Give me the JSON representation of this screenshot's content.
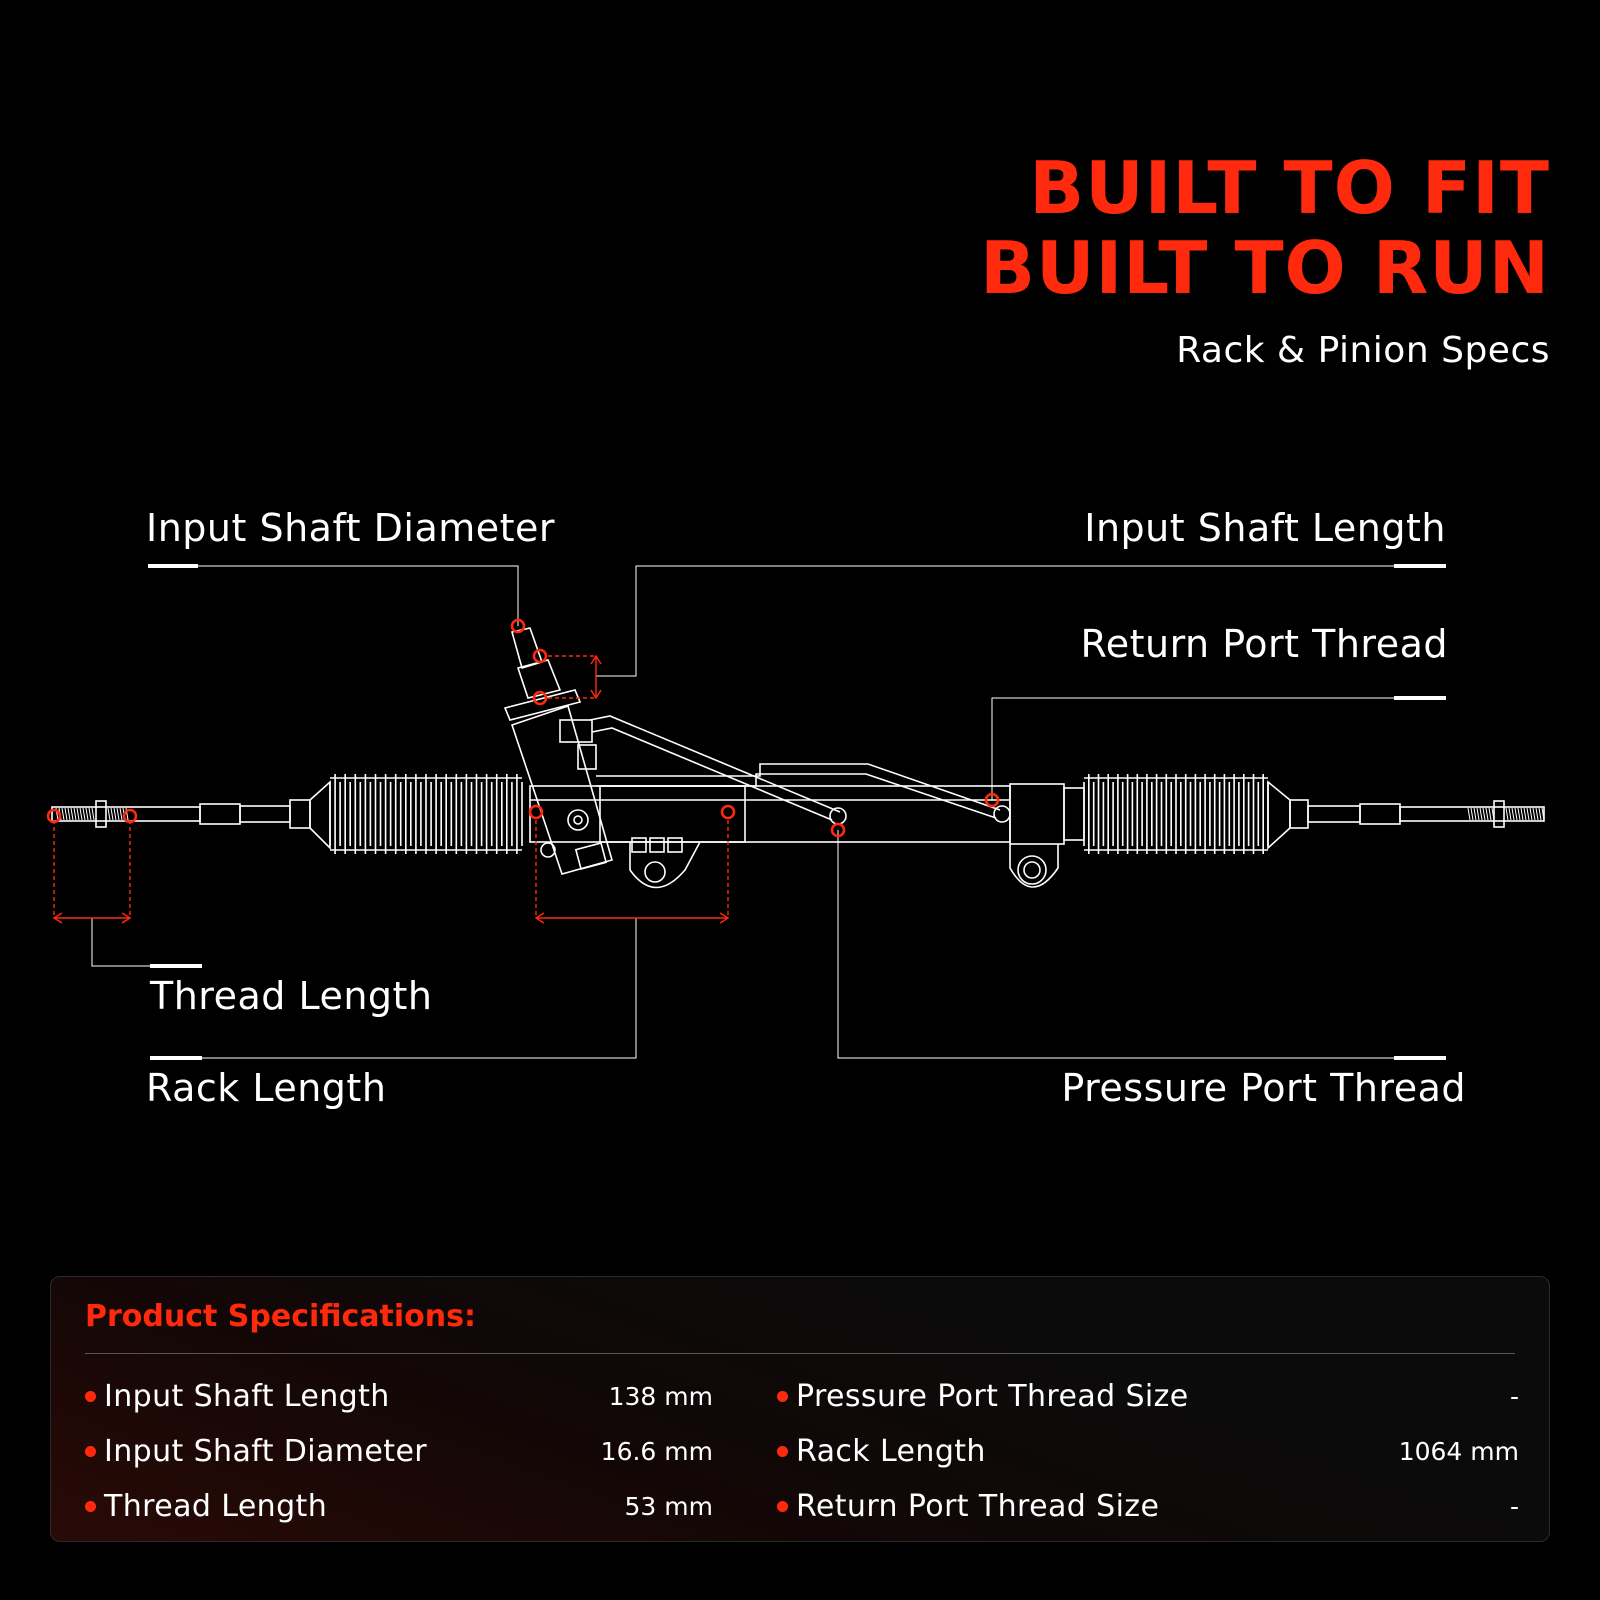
{
  "headline": {
    "line1": "BUILT TO FIT",
    "line2": "BUILT TO RUN",
    "subtitle": "Rack & Pinion Specs"
  },
  "colors": {
    "accent": "#ff2a0d",
    "background": "#000000",
    "line": "#ffffff"
  },
  "callouts": {
    "input_shaft_diameter": "Input Shaft Diameter",
    "input_shaft_length": "Input Shaft Length",
    "return_port_thread": "Return Port Thread",
    "thread_length": "Thread Length",
    "rack_length": "Rack Length",
    "pressure_port_thread": "Pressure Port Thread"
  },
  "specs": {
    "title": "Product Specifications:",
    "left": [
      {
        "label": "Input Shaft Length",
        "value": "138 mm"
      },
      {
        "label": "Input Shaft Diameter",
        "value": "16.6 mm"
      },
      {
        "label": "Thread Length",
        "value": "53 mm"
      }
    ],
    "right": [
      {
        "label": "Pressure Port Thread Size",
        "value": "-"
      },
      {
        "label": "Rack Length",
        "value": "1064 mm"
      },
      {
        "label": "Return Port Thread Size",
        "value": "-"
      }
    ]
  },
  "icons": {
    "bullet": "red-dot-icon",
    "marker": "red-circle-marker-icon",
    "diagram": "rack-and-pinion-drawing"
  }
}
